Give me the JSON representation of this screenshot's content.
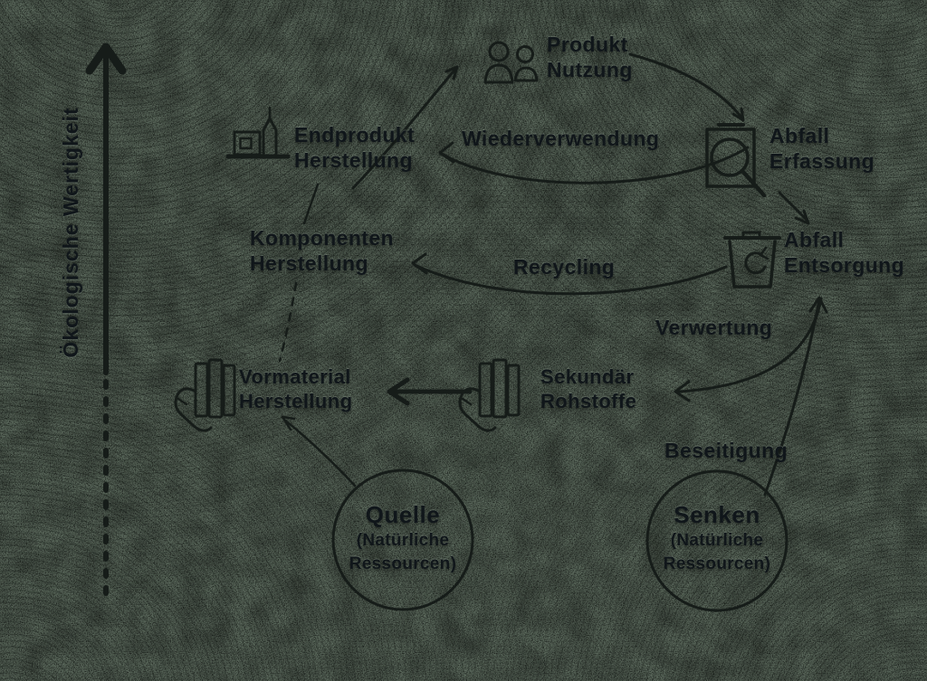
{
  "colors": {
    "background": "#5c6a5d",
    "ink": "#161c19"
  },
  "axis": {
    "label": "Ökologische Wertigkeit"
  },
  "nodes": {
    "produkt_nutzung": {
      "line1": "Produkt",
      "line2": "Nutzung"
    },
    "endprodukt_herstellung": {
      "line1": "Endprodukt",
      "line2": "Herstellung"
    },
    "abfall_erfassung": {
      "line1": "Abfall",
      "line2": "Erfassung"
    },
    "komponenten_herstellung": {
      "line1": "Komponenten",
      "line2": "Herstellung"
    },
    "abfall_entsorgung": {
      "line1": "Abfall",
      "line2": "Entsorgung"
    },
    "vormaterial_herstellung": {
      "line1": "Vormaterial",
      "line2": "Herstellung"
    },
    "sekundaer_rohstoffe": {
      "line1": "Sekundär",
      "line2": "Rohstoffe"
    },
    "quelle": {
      "title": "Quelle",
      "subtitle_line1": "(Natürliche",
      "subtitle_line2": "Ressourcen)"
    },
    "senken": {
      "title": "Senken",
      "subtitle_line1": "(Natürliche",
      "subtitle_line2": "Ressourcen)"
    }
  },
  "flow_labels": {
    "wiederverwendung": "Wiederverwendung",
    "recycling": "Recycling",
    "verwertung": "Verwertung",
    "beseitigung": "Beseitigung"
  }
}
